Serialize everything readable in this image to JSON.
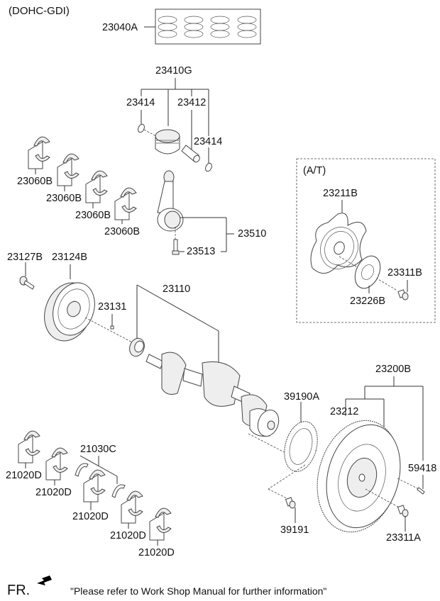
{
  "header": {
    "variant": "(DOHC-GDI)"
  },
  "groups": {
    "at_box_label": "(A/T)"
  },
  "labels": {
    "piston_ring_set": "23040A",
    "piston_assy": "23410G",
    "snap_ring_left": "23414",
    "piston_pin": "23412",
    "snap_ring_right": "23414",
    "conrod_bearing_1": "23060B",
    "conrod_bearing_2": "23060B",
    "conrod_bearing_3": "23060B",
    "conrod_bearing_4": "23060B",
    "conrod_assy": "23510",
    "conrod_bolt": "23513",
    "drive_plate": "23211B",
    "drive_plate_bolt": "23311B",
    "drive_plate_adapter": "23226B",
    "pulley_bolt": "23127B",
    "damper_pulley": "23124B",
    "woodruff_key": "23131",
    "crankshaft": "23110",
    "flywheel_assy": "23200B",
    "flywheel": "23212",
    "target_wheel": "39190A",
    "dowel_pin": "59418",
    "target_wheel_bolt": "39191",
    "flywheel_bolt": "23311A",
    "thrust_bearing_set": "21030C",
    "main_bearing_1": "21020D",
    "main_bearing_2": "21020D",
    "main_bearing_3": "21020D",
    "main_bearing_4": "21020D",
    "main_bearing_5": "21020D"
  },
  "footer": {
    "front_label": "FR.",
    "front_arrow_icon": "arrow-down-left-icon",
    "note": "\"Please refer to Work Shop Manual for further information\""
  }
}
